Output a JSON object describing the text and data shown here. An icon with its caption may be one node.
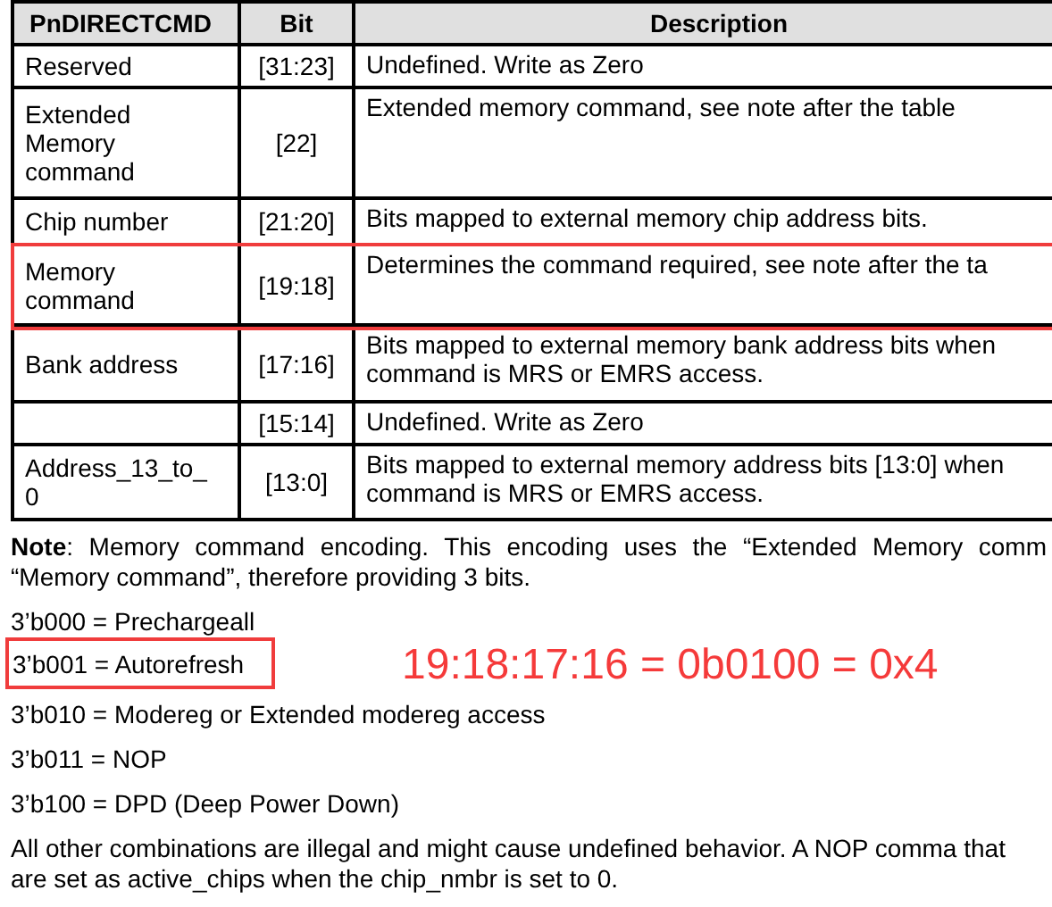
{
  "diagram": {
    "nodes": [
      {
        "text": [
          "Memory command",
          "[19:18]",
          "Determines the command required, see note after the ta"
        ]
      },
      {
        "text": [
          "3’b001 = Autorefresh"
        ]
      }
    ],
    "labels": [
      "PnDIRECTCMD",
      "Bit",
      "Description",
      "Reserved",
      "[31:23]",
      "Undefined. Write as Zero",
      "Extended Memory command",
      "[22]",
      "Extended memory command, see note after the table",
      "Chip number",
      "[21:20]",
      "Bits mapped to external memory chip address bits.",
      "Bank address",
      "[17:16]",
      "Bits mapped to external memory bank address bits when command is MRS or EMRS access.",
      "[15:14]",
      "Undefined. Write as Zero",
      "Address_13_to_0",
      "[13:0]",
      "Bits mapped to external memory address bits [13:0] when command is MRS or EMRS access.",
      "**Note**: Memory command encoding. This encoding uses the “Extended Memory comm “Memory command”, therefore providing 3 bits.",
      "3’b000 = Prechargeall",
      "19:18:17:16 = 0b0100 = 0x4",
      "3’b010 = Modereg or Extended modereg access",
      "3’b011 = NOP",
      "3’b100 = DPD (Deep Power Down)",
      "All other combinations are illegal and might cause undefined behavior. A NOP comma that are set as active_chips when the chip_nmbr is set to 0."
    ]
  }
}
